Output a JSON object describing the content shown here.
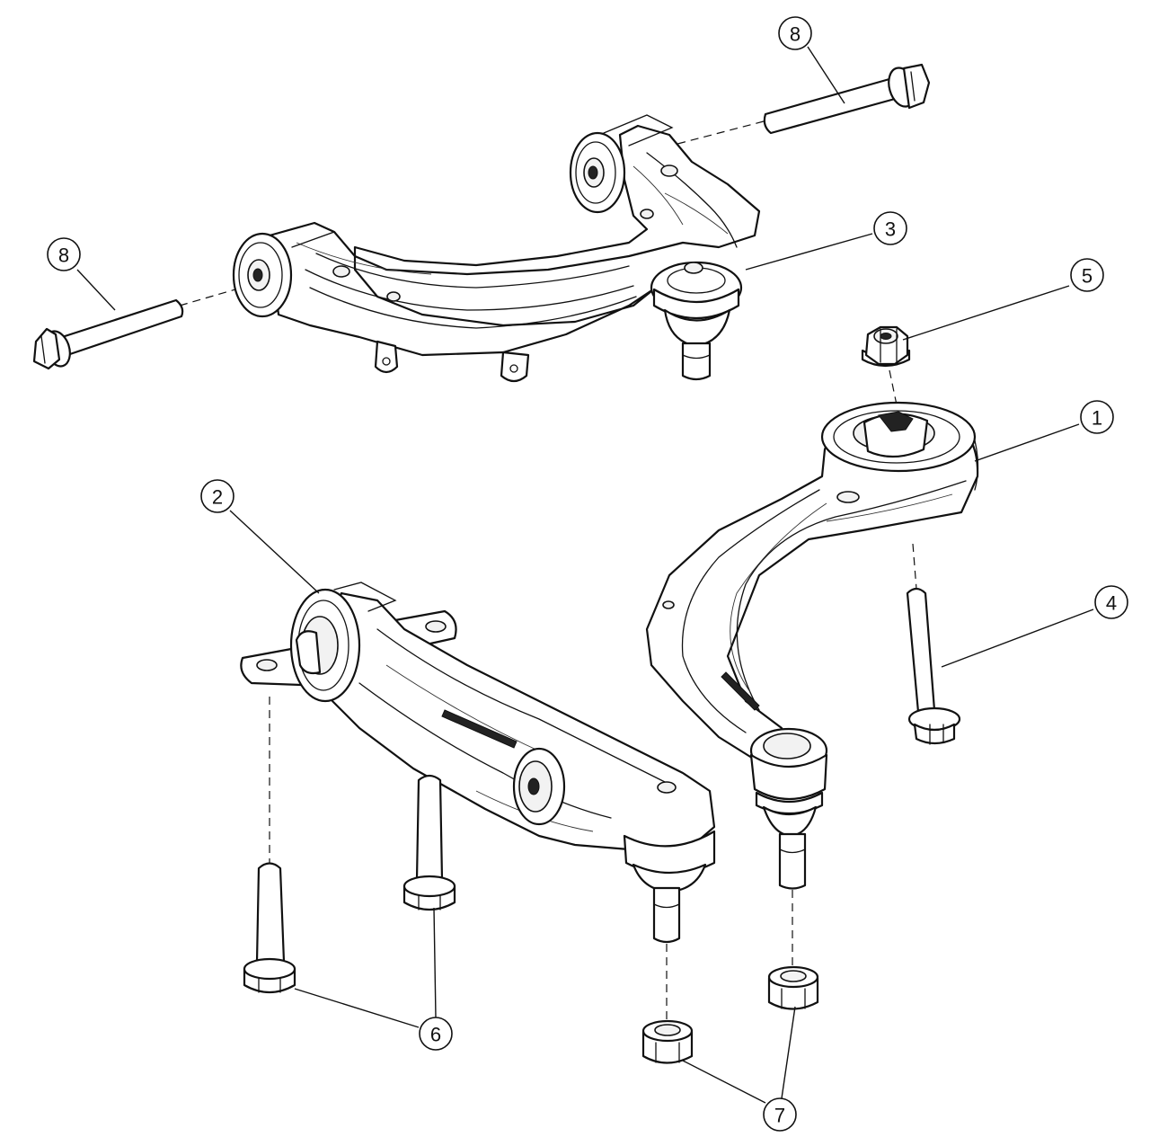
{
  "callouts": [
    {
      "id": "c8a",
      "label": "8"
    },
    {
      "id": "c3",
      "label": "3"
    },
    {
      "id": "c8b",
      "label": "8"
    },
    {
      "id": "c5",
      "label": "5"
    },
    {
      "id": "c1",
      "label": "1"
    },
    {
      "id": "c2",
      "label": "2"
    },
    {
      "id": "c4",
      "label": "4"
    },
    {
      "id": "c6",
      "label": "6"
    },
    {
      "id": "c7",
      "label": "7"
    }
  ]
}
